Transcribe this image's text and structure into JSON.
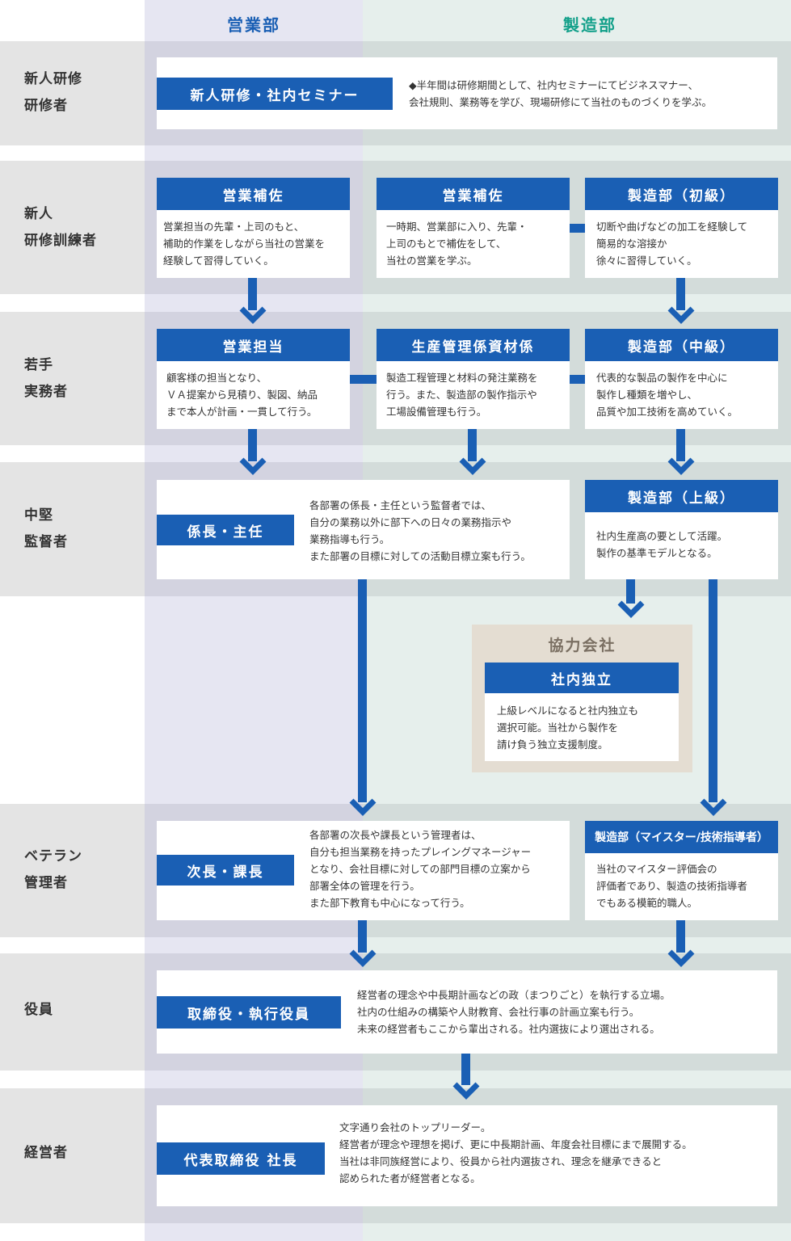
{
  "columns": {
    "sales": "営業部",
    "manufacturing": "製造部"
  },
  "rows": {
    "r1": "新人研修\n研修者",
    "r2": "新人\n研修訓練者",
    "r3": "若手\n実務者",
    "r4": "中堅\n監督者",
    "r5": "ベテラン\n管理者",
    "r6": "役員",
    "r7": "経営者"
  },
  "boxes": {
    "training": {
      "title": "新人研修・社内セミナー",
      "text": "◆半年間は研修期間として、社内セミナーにてビジネスマナー、\n会社規則、業務等を学び、現場研修にて当社のものづくりを学ぶ。"
    },
    "sales_assist": {
      "title": "営業補佐",
      "text": "営業担当の先輩・上司のもと、\n補助的作業をしながら当社の営業を\n経験して習得していく。"
    },
    "mfg_sales_assist": {
      "title": "営業補佐",
      "text": "一時期、営業部に入り、先輩・\n上司のもとで補佐をして、\n当社の営業を学ぶ。"
    },
    "mfg_beginner": {
      "title": "製造部（初級）",
      "text": "切断や曲げなどの加工を経験して\n簡易的な溶接か\n徐々に習得していく。"
    },
    "sales_rep": {
      "title": "営業担当",
      "text": "顧客様の担当となり、\nＶＡ提案から見積り、製図、納品\nまで本人が計画・一貫して行う。"
    },
    "production_control": {
      "title": "生産管理係資材係",
      "text": "製造工程管理と材料の発注業務を\n行う。また、製造部の製作指示や\n工場設備管理も行う。"
    },
    "mfg_intermediate": {
      "title": "製造部（中級）",
      "text": "代表的な製品の製作を中心に\n製作し種類を増やし、\n品質や加工技術を高めていく。"
    },
    "supervisor": {
      "title": "係長・主任",
      "text": "各部署の係長・主任という監督者では、\n自分の業務以外に部下への日々の業務指示や\n業務指導も行う。\nまた部署の目標に対しての活動目標立案も行う。"
    },
    "mfg_advanced": {
      "title": "製造部（上級）",
      "text": "社内生産高の要として活躍。\n製作の基準モデルとなる。"
    },
    "partner": {
      "heading": "協力会社",
      "title": "社内独立",
      "text": "上級レベルになると社内独立も\n選択可能。当社から製作を\n請け負う独立支援制度。"
    },
    "manager": {
      "title": "次長・課長",
      "text": "各部署の次長や課長という管理者は、\n自分も担当業務を持ったプレイングマネージャー\nとなり、会社目標に対しての部門目標の立案から\n部署全体の管理を行う。\nまた部下教育も中心になって行う。"
    },
    "mfg_master": {
      "title": "製造部（マイスター/技術指導者）",
      "text": "当社のマイスター評価会の\n評価者であり、製造の技術指導者\nでもある模範的職人。"
    },
    "executive": {
      "title": "取締役・執行役員",
      "text": "経営者の理念や中長期計画などの政（まつりごと）を執行する立場。\n社内の仕組みの構築や人財教育、会社行事の計画立案も行う。\n未来の経営者もここから輩出される。社内選抜により選出される。"
    },
    "president": {
      "title": "代表取締役 社長",
      "text": "文字通り会社のトップリーダー。\n経営者が理念や理想を掲げ、更に中長期計画、年度会社目標にまで展開する。\n当社は非同族経営により、役員から社内選抜され、理念を継承できると\n認められた者が経営者となる。"
    }
  },
  "colors": {
    "blue": "#1a5fb4",
    "sales_heading": "#1a5fb4",
    "mfg_heading": "#13a08a",
    "partner_bg": "#e4ddd2"
  }
}
